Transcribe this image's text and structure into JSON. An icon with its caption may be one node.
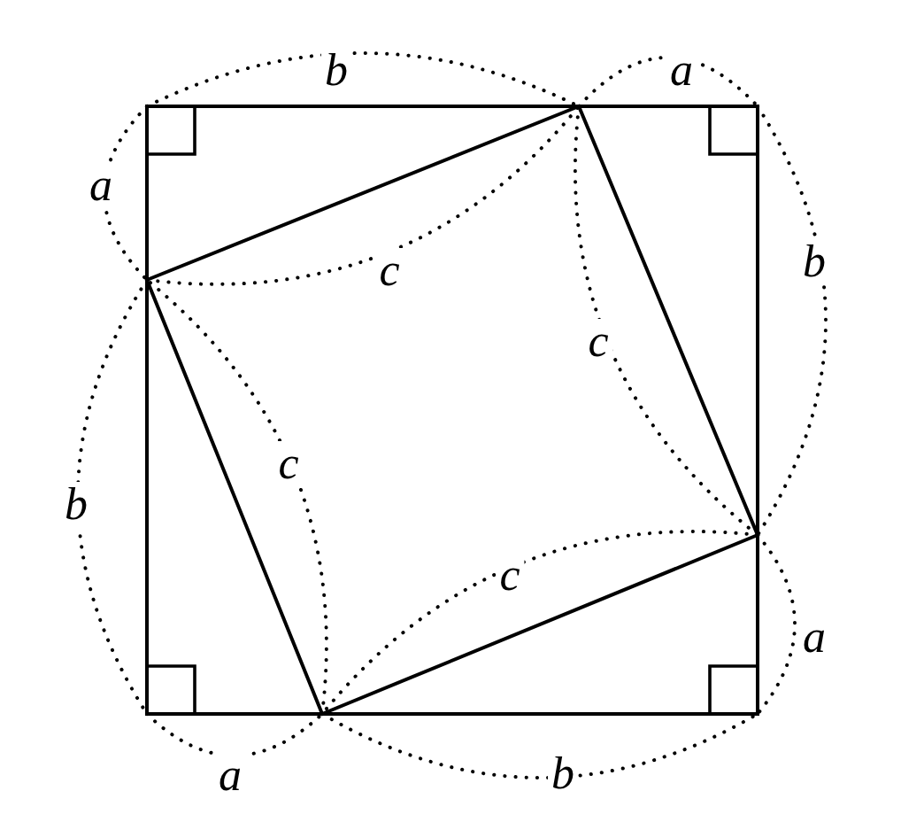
{
  "diagram": {
    "labels": [
      "b",
      "a",
      "a",
      "b",
      "c",
      "c",
      "c",
      "b",
      "c",
      "a",
      "a",
      "b"
    ]
  }
}
